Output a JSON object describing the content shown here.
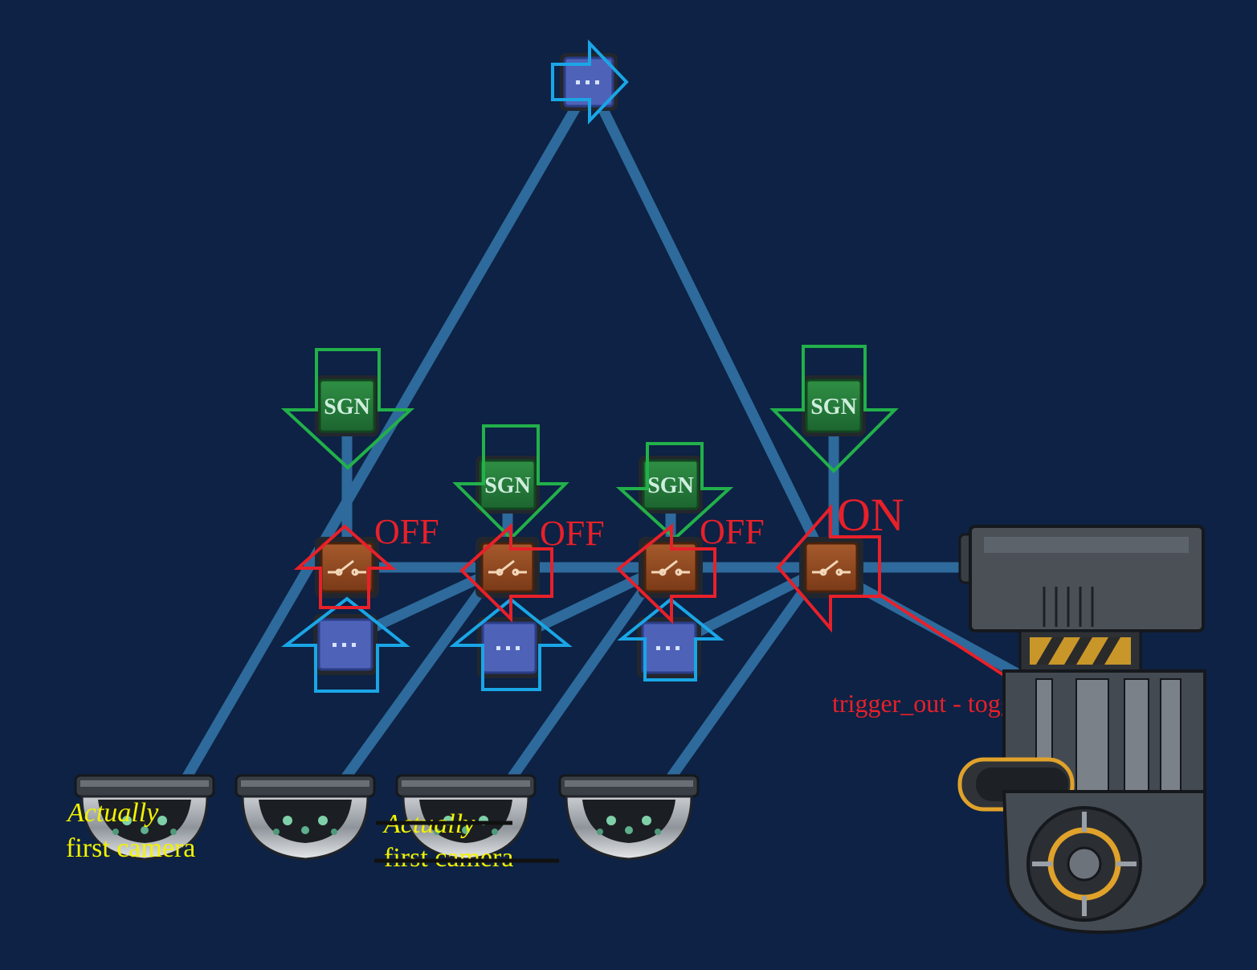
{
  "colors": {
    "background": "#0d2244",
    "wire": "#2e6a9c",
    "signal_arrow": "#22b04a",
    "switch_arrow": "#e8202a",
    "blue_arrow": "#1aa6e6",
    "annotation_yellow": "#f2f200",
    "annotation_red": "#e8202a"
  },
  "module_label": "SGN",
  "states": {
    "switch_1": "OFF",
    "switch_2": "OFF",
    "switch_3": "OFF",
    "switch_4": "ON"
  },
  "connection_note": "trigger_out - toggle_state",
  "camera_note": {
    "line1": "Actually",
    "line2": "first camera"
  },
  "camera_note_crossed": {
    "line1": "Actually",
    "line2": "first camera"
  }
}
